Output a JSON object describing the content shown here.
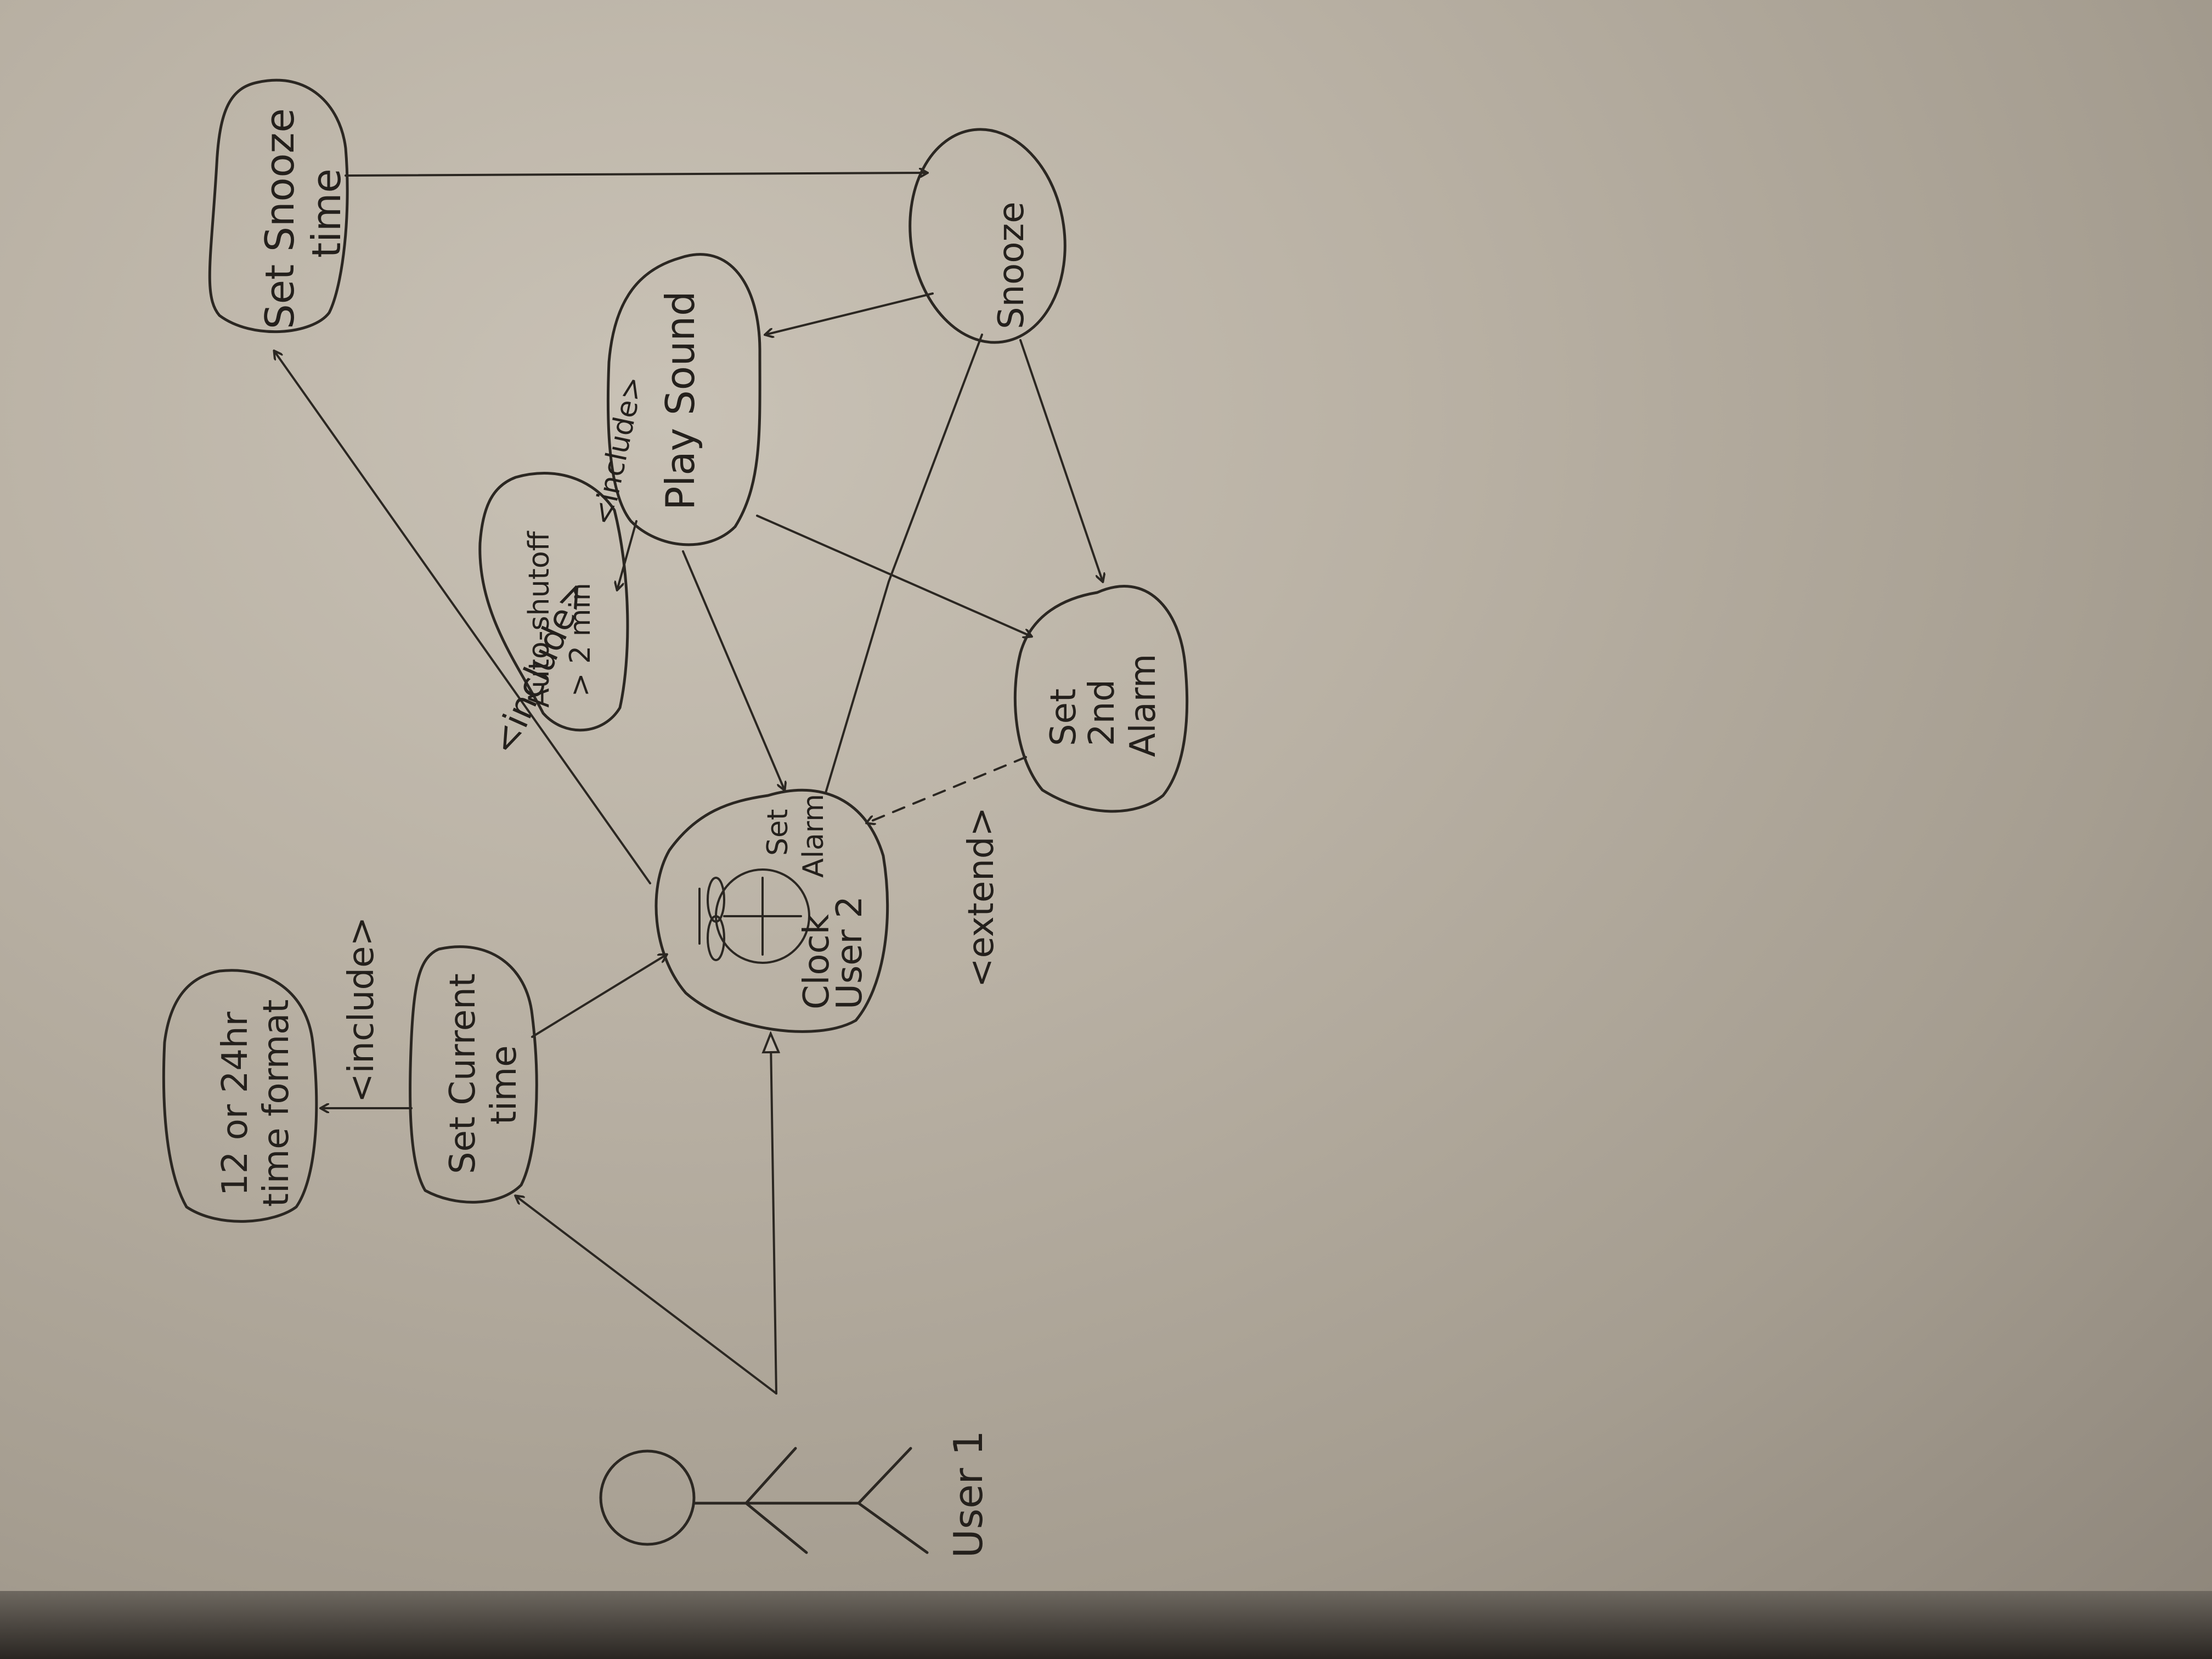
{
  "use_cases": {
    "set_snooze_time": {
      "line1": "Set Snooze",
      "line2": "time"
    },
    "snooze": {
      "label": "Snooze"
    },
    "play_sound": {
      "label": "Play Sound"
    },
    "auto_shutoff": {
      "line1": "Auto-shutoff",
      "line2": "> 2 min"
    },
    "set_2nd_alarm": {
      "line1": "Set",
      "line2": "2nd",
      "line3": "Alarm"
    },
    "set_alarm_clock": {
      "line1": "Set",
      "line2": "Alarm",
      "line3": "Clock",
      "line4": "User 2"
    },
    "set_current_time": {
      "line1": "Set Current",
      "line2": "time"
    },
    "time_format": {
      "line1": "12 or 24hr",
      "line2": "time format"
    }
  },
  "actor": {
    "label": "User 1"
  },
  "relations": {
    "include_snooze": "<include>",
    "include_auto_shutoff": "<include>",
    "include_time_format": "<include>",
    "extend_second_alarm": "<extend>"
  }
}
